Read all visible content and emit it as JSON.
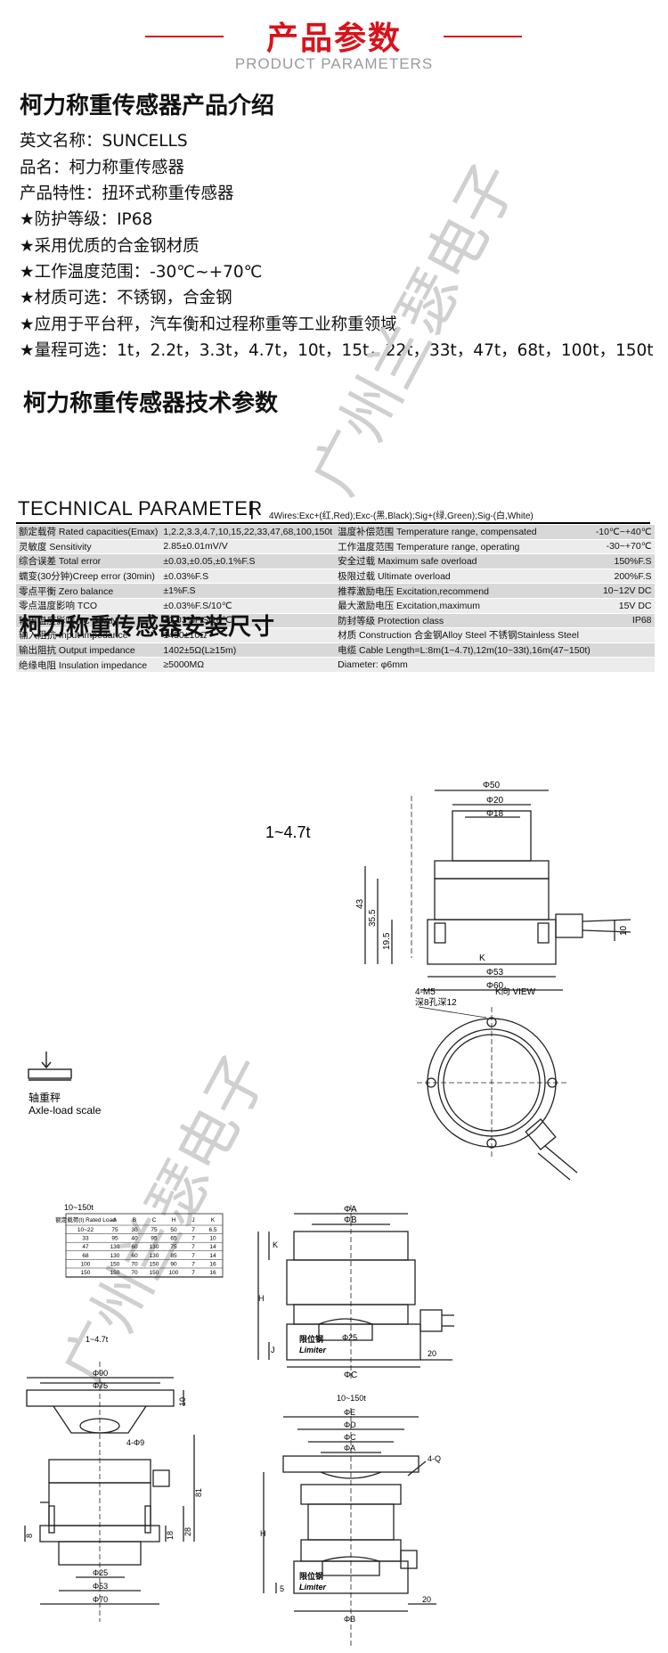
{
  "header": {
    "title": "产品参数",
    "subtitle": "PRODUCT PARAMETERS"
  },
  "intro": {
    "title": "柯力称重传感器产品介绍",
    "lines": [
      "英文名称：SUNCELLS",
      "品名：柯力称重传感器",
      "产品特性：扭环式称重传感器",
      "★防护等级：IP68",
      "★采用优质的合金钢材质",
      "★工作温度范围：-30℃~+70℃",
      "★材质可选：不锈钢，合金钢",
      "★应用于平台秤，汽车衡和过程称重等工业称重领域",
      "★量程可选：1t，2.2t，3.3t，4.7t，10t，15t，22t，33t，47t，68t，100t，150t"
    ]
  },
  "tech": {
    "title": "柯力称重传感器技术参数",
    "heading": "TECHNICAL PARAMETER",
    "wires": "4Wires:Exc+(红,Red);Exc-(黑,Black);Sig+(绿,Green);Sig-(白,White)",
    "rows": [
      [
        "额定载荷 Rated capacities(Emax)",
        "1,2.2,3.3,4.7,10,15,22,33,47,68,100,150t",
        "温度补偿范围 Temperature range, compensated",
        "-10℃~+40℃"
      ],
      [
        "灵敏度 Sensitivity",
        "2.85±0.01mV/V",
        "工作温度范围 Temperature range, operating",
        "-30~+70℃"
      ],
      [
        "综合误差 Total error",
        "±0.03,±0.05,±0.1%F.S",
        "安全过载 Maximum safe overload",
        "150%F.S"
      ],
      [
        "蠕变(30分钟)Creep error (30min)",
        "±0.03%F.S",
        "极限过载 Ultimate overload",
        "200%F.S"
      ],
      [
        "零点平衡 Zero balance",
        "±1%F.S",
        "推荐激励电压 Excitation,recommend",
        "10~12V DC"
      ],
      [
        "零点温度影响 TCO",
        "±0.03%F.S/10℃",
        "最大激励电压 Excitation,maximum",
        "15V DC"
      ],
      [
        "输出温度影响 TC SPAN",
        "±0.03%F.S/10℃",
        "防封等级 Protection class",
        "IP68"
      ],
      [
        "输入阻抗 Input  impedance",
        "1450±10Ω",
        "材质 Construction      合金钢Alloy Steel  不锈钢Stainless Steel",
        ""
      ],
      [
        "输出阻抗 Output  impedance",
        "1402±5Ω(L≥15m)",
        "电缆 Cable    Length=L:8m(1~4.7t),12m(10~33t),16m(47~150t)",
        ""
      ],
      [
        "绝缘电阻 Insulation impedance",
        "≥5000MΩ",
        "                                  Diameter: φ6mm",
        ""
      ]
    ]
  },
  "install": {
    "title": "柯力称重传感器安装尺寸",
    "range_small": "1~4.7t",
    "axle_cn": "轴重秤",
    "axle_en": "Axle-load scale",
    "dims_top": [
      "Φ50",
      "Φ20",
      "Φ18",
      "Φ53",
      "Φ60",
      "43",
      "35.5",
      "19.5",
      "10",
      "K"
    ],
    "view_label": "4-M5",
    "view_label2": "深8孔深12",
    "view_k": "K向 VIEW",
    "table_title": "10~150t",
    "table_headers": [
      "额定载荷(t) Rated Load",
      "A",
      "B",
      "C",
      "H",
      "J",
      "K"
    ],
    "table_rows": [
      [
        "10~22",
        "75",
        "30",
        "75",
        "50",
        "7",
        "6.5"
      ],
      [
        "33",
        "95",
        "40",
        "95",
        "65",
        "7",
        "10"
      ],
      [
        "47",
        "130",
        "60",
        "130",
        "75",
        "7",
        "14"
      ],
      [
        "68",
        "130",
        "60",
        "130",
        "85",
        "7",
        "14"
      ],
      [
        "100",
        "150",
        "70",
        "150",
        "90",
        "7",
        "16"
      ],
      [
        "150",
        "150",
        "70",
        "150",
        "100",
        "7",
        "16"
      ]
    ],
    "mid_labels": [
      "ΦA",
      "ΦB",
      "K",
      "H",
      "J",
      "Φ25",
      "限位钢",
      "Limiter",
      "ΦC",
      "20"
    ],
    "low_left_title": "1~4.7t",
    "low_left_dims": [
      "Φ90",
      "Φ75",
      "4-Φ9",
      "10",
      "81",
      "28",
      "18",
      "8",
      "Φ25",
      "Φ53",
      "Φ70"
    ],
    "low_right_title": "10~150t",
    "low_right_dims": [
      "ΦE",
      "ΦD",
      "ΦC",
      "ΦA",
      "4-Q",
      "H",
      "5",
      "ΦB",
      "20",
      "限位钢",
      "Limiter"
    ],
    "watermark": "广州兰瑟电子"
  }
}
